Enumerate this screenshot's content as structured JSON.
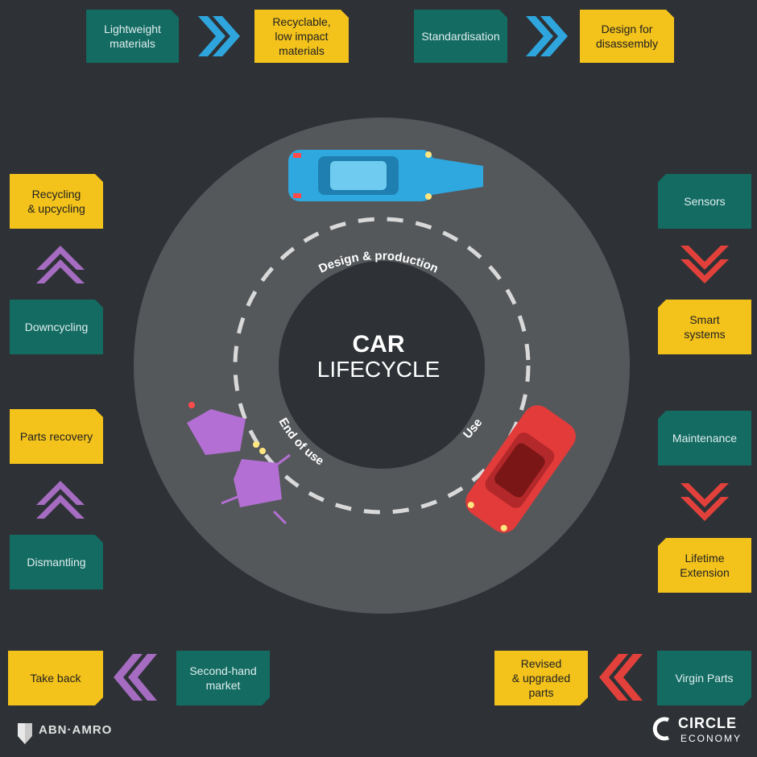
{
  "center": {
    "line1": "CAR",
    "line2": "LIFECYCLE"
  },
  "ring_labels": {
    "design": "Design & production",
    "use": "Use",
    "end": "End of use"
  },
  "top": {
    "lightweight": "Lightweight\nmaterials",
    "recyclable": "Recyclable,\nlow impact\nmaterials",
    "standardisation": "Standardisation",
    "disassembly": "Design for\ndisassembly"
  },
  "right": {
    "sensors": "Sensors",
    "smart": "Smart\nsystems",
    "maintenance": "Maintenance",
    "lifetime": "Lifetime\nExtension"
  },
  "bottom": {
    "virgin": "Virgin Parts",
    "revised": "Revised\n& upgraded\nparts",
    "secondhand": "Second-hand\nmarket",
    "takeback": "Take back"
  },
  "left": {
    "recycling": "Recycling\n& upcycling",
    "downcycling": "Downcycling",
    "parts_recovery": "Parts recovery",
    "dismantling": "Dismantling"
  },
  "logos": {
    "abn": "ABN·AMRO",
    "circle1": "CIRCLE",
    "circle2": "ECONOMY"
  },
  "colors": {
    "background": "#2e3236",
    "teal": "#136b62",
    "gold": "#f3c21b",
    "blue_arrow": "#2ea6dd",
    "red_arrow": "#e2413b",
    "purple_arrow": "#a56cc1",
    "road": "#55585b",
    "car_blue": "#2fa8df",
    "car_red": "#e23b3a",
    "car_purple": "#b36fd3"
  }
}
